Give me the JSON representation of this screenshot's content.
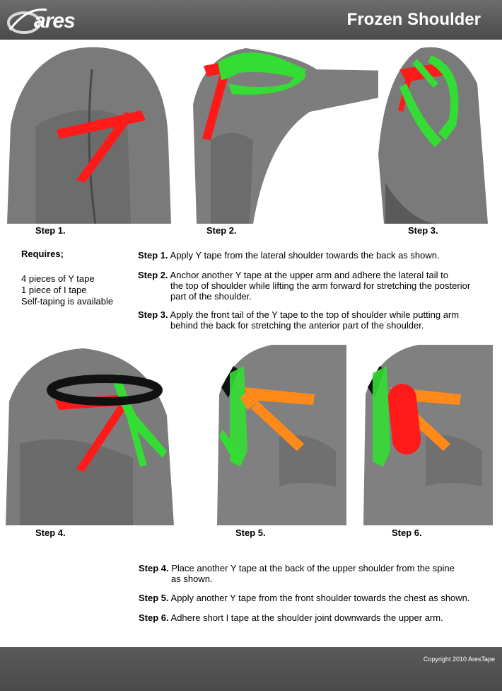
{
  "header": {
    "logo_text": "ares",
    "title": "Frozen Shoulder"
  },
  "photos": [
    {
      "label": "Step 1."
    },
    {
      "label": "Step 2."
    },
    {
      "label": "Step 3."
    },
    {
      "label": "Step 4."
    },
    {
      "label": "Step 5."
    },
    {
      "label": "Step 6."
    }
  ],
  "requires": {
    "title": "Requires;",
    "items": [
      "4 pieces of Y tape",
      "1 piece of I tape",
      "Self-taping is available"
    ]
  },
  "instructions_top": [
    {
      "step": "Step 1.",
      "lines": [
        "Apply Y tape from the lateral shoulder towards the back as shown."
      ]
    },
    {
      "step": "Step 2.",
      "lines": [
        "Anchor another Y tape at the upper arm and adhere the lateral tail to",
        "the top of shoulder while lifting the arm forward for stretching the posterior",
        "part of the shoulder."
      ]
    },
    {
      "step": "Step 3.",
      "lines": [
        "Apply the front tail of the Y tape to the top of shoulder while putting arm",
        "behind the back for stretching the anterior part of the shoulder."
      ]
    }
  ],
  "instructions_bottom": [
    {
      "step": "Step 4.",
      "lines": [
        "Place another Y tape at the back of the upper shoulder from the spine",
        "as shown."
      ]
    },
    {
      "step": "Step 5.",
      "lines": [
        "Apply another Y tape from the front shoulder towards the chest as shown."
      ]
    },
    {
      "step": "Step 6.",
      "lines": [
        "Adhere short I tape at the shoulder joint downwards the upper arm."
      ]
    }
  ],
  "footer": {
    "copyright": "Copyright 2010 AresTape"
  },
  "colors": {
    "tape_red": "#ff1a1a",
    "tape_green": "#33dd33",
    "tape_orange": "#ff8a1a",
    "tape_black": "#111111",
    "header_bg": "#5c5c5c"
  }
}
